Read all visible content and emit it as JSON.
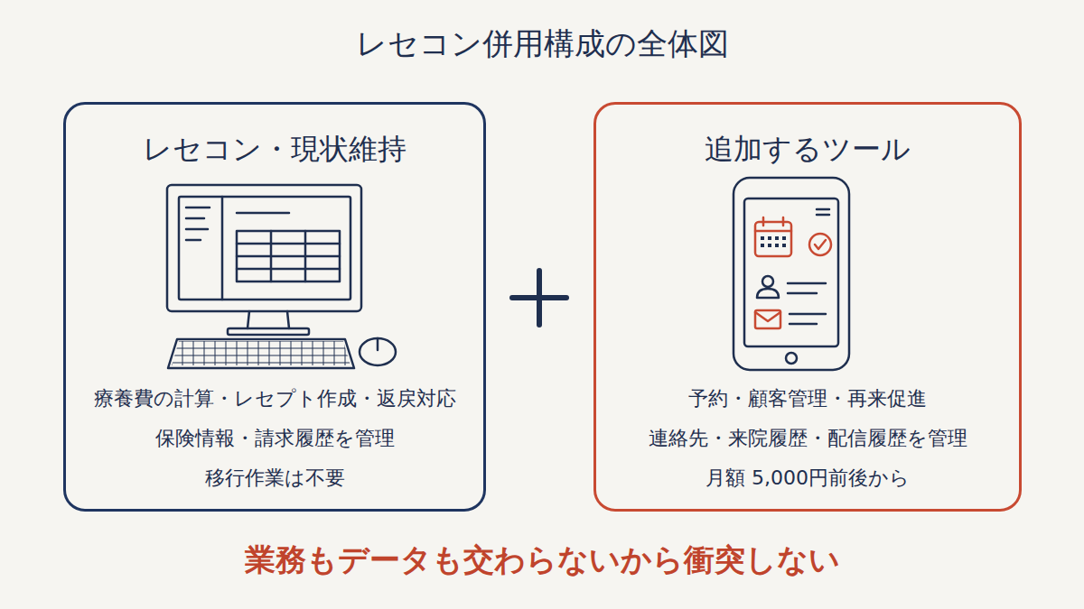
{
  "diagram": {
    "title": "レセコン併用構成の全体図",
    "caption": "業務もデータも交わらないから衝突しない",
    "nodes": [
      {
        "text": [
          "レセコン・現状維持",
          "療養費の計算・レセプト作成・返戻対応",
          "保険情報・請求履歴を管理",
          "移行作業は不要"
        ]
      },
      {
        "text": [
          "追加するツール",
          "予約・顧客管理・再来促進",
          "連絡先・来院履歴・配信履歴を管理",
          "月額 5,000円前後から"
        ]
      }
    ]
  }
}
